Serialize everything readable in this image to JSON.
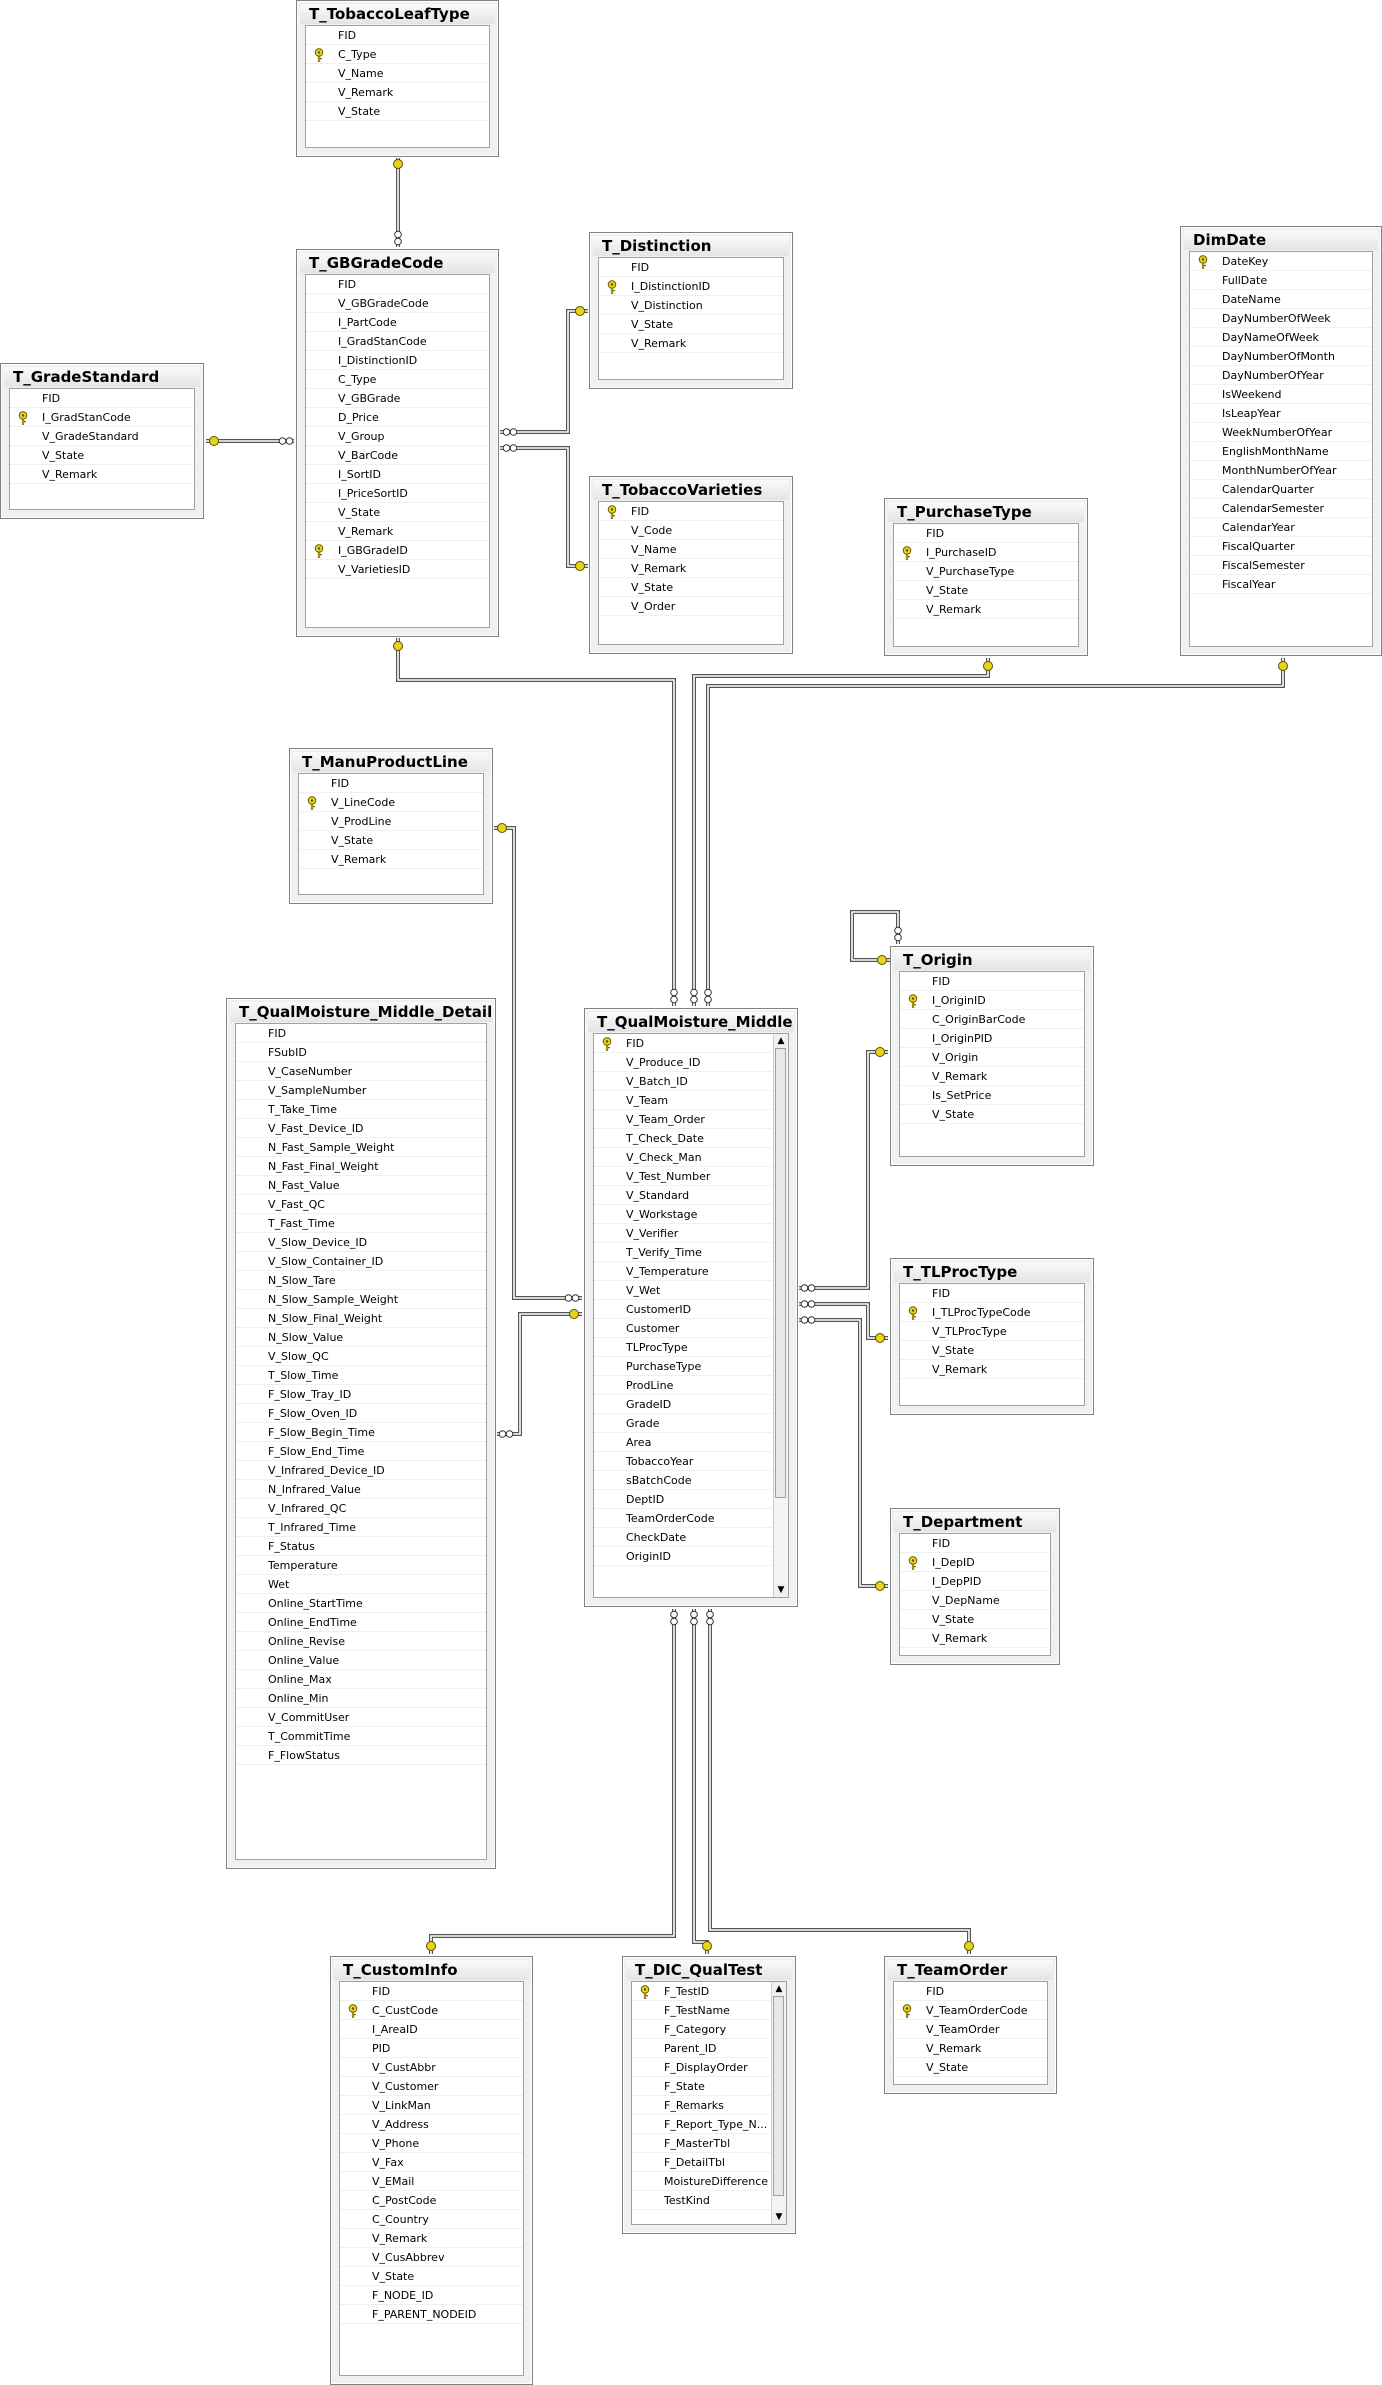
{
  "tables": [
    {
      "id": "tobaccoleaftype",
      "title": "T_TobaccoLeafType",
      "columns": [
        {
          "name": "FID"
        },
        {
          "name": "C_Type",
          "pk": true
        },
        {
          "name": "V_Name"
        },
        {
          "name": "V_Remark"
        },
        {
          "name": "V_State"
        }
      ]
    },
    {
      "id": "gbgradecode",
      "title": "T_GBGradeCode",
      "columns": [
        {
          "name": "FID"
        },
        {
          "name": "V_GBGradeCode"
        },
        {
          "name": "I_PartCode"
        },
        {
          "name": "I_GradStanCode"
        },
        {
          "name": "I_DistinctionID"
        },
        {
          "name": "C_Type"
        },
        {
          "name": "V_GBGrade"
        },
        {
          "name": "D_Price"
        },
        {
          "name": "V_Group"
        },
        {
          "name": "V_BarCode"
        },
        {
          "name": "I_SortID"
        },
        {
          "name": "I_PriceSortID"
        },
        {
          "name": "V_State"
        },
        {
          "name": "V_Remark"
        },
        {
          "name": "I_GBGradeID",
          "pk": true
        },
        {
          "name": "V_VarietiesID"
        }
      ]
    },
    {
      "id": "gradestandard",
      "title": "T_GradeStandard",
      "columns": [
        {
          "name": "FID"
        },
        {
          "name": "I_GradStanCode",
          "pk": true
        },
        {
          "name": "V_GradeStandard"
        },
        {
          "name": "V_State"
        },
        {
          "name": "V_Remark"
        }
      ]
    },
    {
      "id": "distinction",
      "title": "T_Distinction",
      "columns": [
        {
          "name": "FID"
        },
        {
          "name": "I_DistinctionID",
          "pk": true
        },
        {
          "name": "V_Distinction"
        },
        {
          "name": "V_State"
        },
        {
          "name": "V_Remark"
        }
      ]
    },
    {
      "id": "tobaccovarieties",
      "title": "T_TobaccoVarieties",
      "columns": [
        {
          "name": "FID",
          "pk": true
        },
        {
          "name": "V_Code"
        },
        {
          "name": "V_Name"
        },
        {
          "name": "V_Remark"
        },
        {
          "name": "V_State"
        },
        {
          "name": "V_Order"
        }
      ]
    },
    {
      "id": "purchasetype",
      "title": "T_PurchaseType",
      "columns": [
        {
          "name": "FID"
        },
        {
          "name": "I_PurchaseID",
          "pk": true
        },
        {
          "name": "V_PurchaseType"
        },
        {
          "name": "V_State"
        },
        {
          "name": "V_Remark"
        }
      ]
    },
    {
      "id": "dimdate",
      "title": "DimDate",
      "columns": [
        {
          "name": "DateKey",
          "pk": true
        },
        {
          "name": "FullDate"
        },
        {
          "name": "DateName"
        },
        {
          "name": "DayNumberOfWeek"
        },
        {
          "name": "DayNameOfWeek"
        },
        {
          "name": "DayNumberOfMonth"
        },
        {
          "name": "DayNumberOfYear"
        },
        {
          "name": "IsWeekend"
        },
        {
          "name": "IsLeapYear"
        },
        {
          "name": "WeekNumberOfYear"
        },
        {
          "name": "EnglishMonthName"
        },
        {
          "name": "MonthNumberOfYear"
        },
        {
          "name": "CalendarQuarter"
        },
        {
          "name": "CalendarSemester"
        },
        {
          "name": "CalendarYear"
        },
        {
          "name": "FiscalQuarter"
        },
        {
          "name": "FiscalSemester"
        },
        {
          "name": "FiscalYear"
        }
      ]
    },
    {
      "id": "manuproductline",
      "title": "T_ManuProductLine",
      "columns": [
        {
          "name": "FID"
        },
        {
          "name": "V_LineCode",
          "pk": true
        },
        {
          "name": "V_ProdLine"
        },
        {
          "name": "V_State"
        },
        {
          "name": "V_Remark"
        }
      ]
    },
    {
      "id": "origin",
      "title": "T_Origin",
      "columns": [
        {
          "name": "FID"
        },
        {
          "name": "I_OriginID",
          "pk": true
        },
        {
          "name": "C_OriginBarCode"
        },
        {
          "name": "I_OriginPID"
        },
        {
          "name": "V_Origin"
        },
        {
          "name": "V_Remark"
        },
        {
          "name": "Is_SetPrice"
        },
        {
          "name": "V_State"
        }
      ]
    },
    {
      "id": "qmmiddledetail",
      "title": "T_QualMoisture_Middle_Detail",
      "columns": [
        {
          "name": "FID"
        },
        {
          "name": "FSubID"
        },
        {
          "name": "V_CaseNumber"
        },
        {
          "name": "V_SampleNumber"
        },
        {
          "name": "T_Take_Time"
        },
        {
          "name": "V_Fast_Device_ID"
        },
        {
          "name": "N_Fast_Sample_Weight"
        },
        {
          "name": "N_Fast_Final_Weight"
        },
        {
          "name": "N_Fast_Value"
        },
        {
          "name": "V_Fast_QC"
        },
        {
          "name": "T_Fast_Time"
        },
        {
          "name": "V_Slow_Device_ID"
        },
        {
          "name": "V_Slow_Container_ID"
        },
        {
          "name": "N_Slow_Tare"
        },
        {
          "name": "N_Slow_Sample_Weight"
        },
        {
          "name": "N_Slow_Final_Weight"
        },
        {
          "name": "N_Slow_Value"
        },
        {
          "name": "V_Slow_QC"
        },
        {
          "name": "T_Slow_Time"
        },
        {
          "name": "F_Slow_Tray_ID"
        },
        {
          "name": "F_Slow_Oven_ID"
        },
        {
          "name": "F_Slow_Begin_Time"
        },
        {
          "name": "F_Slow_End_Time"
        },
        {
          "name": "V_Infrared_Device_ID"
        },
        {
          "name": "N_Infrared_Value"
        },
        {
          "name": "V_Infrared_QC"
        },
        {
          "name": "T_Infrared_Time"
        },
        {
          "name": "F_Status"
        },
        {
          "name": "Temperature"
        },
        {
          "name": "Wet"
        },
        {
          "name": "Online_StartTime"
        },
        {
          "name": "Online_EndTime"
        },
        {
          "name": "Online_Revise"
        },
        {
          "name": "Online_Value"
        },
        {
          "name": "Online_Max"
        },
        {
          "name": "Online_Min"
        },
        {
          "name": "V_CommitUser"
        },
        {
          "name": "T_CommitTime"
        },
        {
          "name": "F_FlowStatus"
        }
      ]
    },
    {
      "id": "qmmiddle",
      "title": "T_QualMoisture_Middle",
      "scroll": true,
      "columns": [
        {
          "name": "FID",
          "pk": true
        },
        {
          "name": "V_Produce_ID"
        },
        {
          "name": "V_Batch_ID"
        },
        {
          "name": "V_Team"
        },
        {
          "name": "V_Team_Order"
        },
        {
          "name": "T_Check_Date"
        },
        {
          "name": "V_Check_Man"
        },
        {
          "name": "V_Test_Number"
        },
        {
          "name": "V_Standard"
        },
        {
          "name": "V_Workstage"
        },
        {
          "name": "V_Verifier"
        },
        {
          "name": "T_Verify_Time"
        },
        {
          "name": "V_Temperature"
        },
        {
          "name": "V_Wet"
        },
        {
          "name": "CustomerID"
        },
        {
          "name": "Customer"
        },
        {
          "name": "TLProcType"
        },
        {
          "name": "PurchaseType"
        },
        {
          "name": "ProdLine"
        },
        {
          "name": "GradeID"
        },
        {
          "name": "Grade"
        },
        {
          "name": "Area"
        },
        {
          "name": "TobaccoYear"
        },
        {
          "name": "sBatchCode"
        },
        {
          "name": "DeptID"
        },
        {
          "name": "TeamOrderCode"
        },
        {
          "name": "CheckDate"
        },
        {
          "name": "OriginID"
        }
      ]
    },
    {
      "id": "tlproctype",
      "title": "T_TLProcType",
      "columns": [
        {
          "name": "FID"
        },
        {
          "name": "I_TLProcTypeCode",
          "pk": true
        },
        {
          "name": "V_TLProcType"
        },
        {
          "name": "V_State"
        },
        {
          "name": "V_Remark"
        }
      ]
    },
    {
      "id": "department",
      "title": "T_Department",
      "columns": [
        {
          "name": "FID"
        },
        {
          "name": "I_DepID",
          "pk": true
        },
        {
          "name": "I_DepPID"
        },
        {
          "name": "V_DepName"
        },
        {
          "name": "V_State"
        },
        {
          "name": "V_Remark"
        }
      ]
    },
    {
      "id": "custominfo",
      "title": "T_CustomInfo",
      "columns": [
        {
          "name": "FID"
        },
        {
          "name": "C_CustCode",
          "pk": true
        },
        {
          "name": "I_AreaID"
        },
        {
          "name": "PID"
        },
        {
          "name": "V_CustAbbr"
        },
        {
          "name": "V_Customer"
        },
        {
          "name": "V_LinkMan"
        },
        {
          "name": "V_Address"
        },
        {
          "name": "V_Phone"
        },
        {
          "name": "V_Fax"
        },
        {
          "name": "V_EMail"
        },
        {
          "name": "C_PostCode"
        },
        {
          "name": "C_Country"
        },
        {
          "name": "V_Remark"
        },
        {
          "name": "V_CusAbbrev"
        },
        {
          "name": "V_State"
        },
        {
          "name": "F_NODE_ID"
        },
        {
          "name": "F_PARENT_NODEID"
        }
      ]
    },
    {
      "id": "dicqualtest",
      "title": "T_DIC_QualTest",
      "scroll": true,
      "columns": [
        {
          "name": "F_TestID",
          "pk": true
        },
        {
          "name": "F_TestName"
        },
        {
          "name": "F_Category"
        },
        {
          "name": "Parent_ID"
        },
        {
          "name": "F_DisplayOrder"
        },
        {
          "name": "F_State"
        },
        {
          "name": "F_Remarks"
        },
        {
          "name": "F_Report_Type_N..."
        },
        {
          "name": "F_MasterTbl"
        },
        {
          "name": "F_DetailTbl"
        },
        {
          "name": "MoistureDifference"
        },
        {
          "name": "TestKind"
        }
      ]
    },
    {
      "id": "teamorder",
      "title": "T_TeamOrder",
      "columns": [
        {
          "name": "FID"
        },
        {
          "name": "V_TeamOrderCode",
          "pk": true
        },
        {
          "name": "V_TeamOrder"
        },
        {
          "name": "V_Remark"
        },
        {
          "name": "V_State"
        }
      ]
    }
  ]
}
